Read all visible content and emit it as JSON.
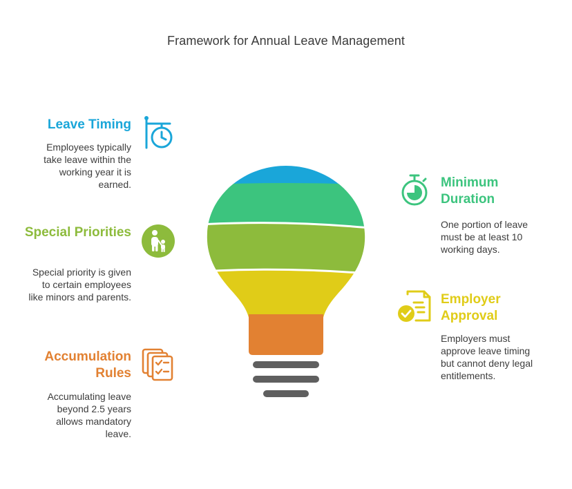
{
  "title": "Framework for Annual Leave Management",
  "colors": {
    "blue": "#1aa6d9",
    "green": "#3cc47e",
    "olive": "#8dbb3c",
    "yellow": "#e0cc18",
    "orange": "#e28132",
    "base": "#5f5f5f"
  },
  "items": {
    "leave_timing": {
      "heading": "Leave Timing",
      "text": "Employees typically take leave within the working year it is earned.",
      "icon": "clock-sign-icon"
    },
    "special_priorities": {
      "heading": "Special Priorities",
      "text": "Special priority is given to certain employees like minors and parents.",
      "icon": "parent-child-icon"
    },
    "accumulation_rules": {
      "heading": "Accumulation Rules",
      "text": "Accumulating leave beyond 2.5 years allows mandatory leave.",
      "icon": "checklist-stack-icon"
    },
    "minimum_duration": {
      "heading": "Minimum Duration",
      "text": "One portion of leave must be at least 10 working days.",
      "icon": "stopwatch-icon"
    },
    "employer_approval": {
      "heading": "Employer Approval",
      "text": "Employers must approve leave timing but cannot deny legal entitlements.",
      "icon": "approved-document-icon"
    }
  }
}
